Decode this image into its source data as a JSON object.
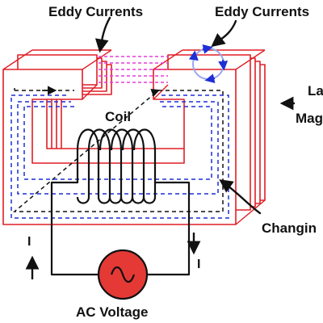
{
  "labels": {
    "eddy_left": "Eddy Currents",
    "eddy_right": "Eddy Currents",
    "laminated_line1": "La",
    "laminated_line2": "Mag",
    "coil": "Coil",
    "changing": "Changin",
    "source": "AC Voltage",
    "current_left": "I",
    "current_right": "I"
  },
  "colors": {
    "core_outline": "#e01e26",
    "flux_lines": "#1f2fd6",
    "fringe_flux": "#e53cd8",
    "eddy_loop": "#9aa6ee",
    "source_fill": "#e53935",
    "wire": "#111111"
  },
  "icons": {
    "source_symbol": "ac-sine-icon"
  },
  "lamination_count": 5
}
